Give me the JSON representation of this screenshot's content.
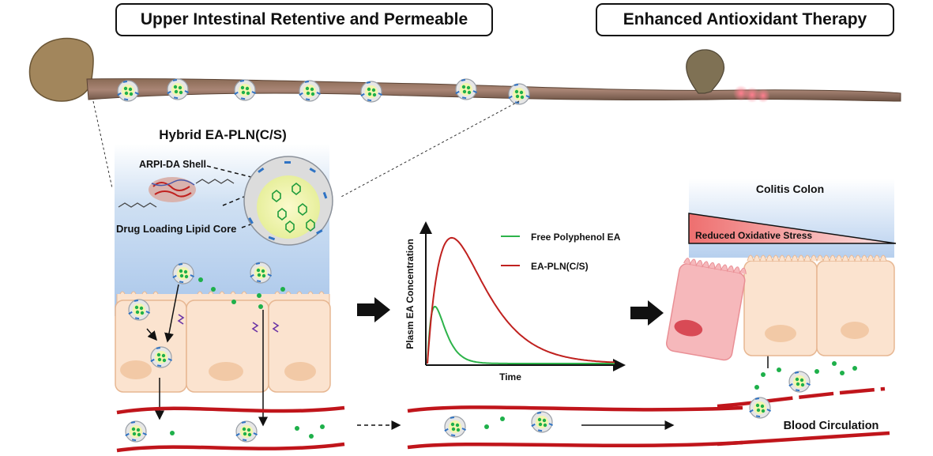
{
  "titles": {
    "left": "Upper Intestinal Retentive and Permeable",
    "right": "Enhanced Antioxidant Therapy"
  },
  "nanoparticle": {
    "title": "Hybrid EA-PLN(C/S)",
    "shell_label": "ARPI-DA Shell",
    "core_label": "Drug Loading Lipid Core"
  },
  "chart_data": {
    "type": "line",
    "xlabel": "Time",
    "ylabel": "Plasm EA Concentration",
    "series": [
      {
        "name": "Free Polyphenol EA",
        "color": "#2db34a",
        "peak_fraction": 0.44,
        "peak_time_fraction": 0.04
      },
      {
        "name": "EA-PLN(C/S)",
        "color": "#c0211f",
        "peak_fraction": 0.97,
        "peak_time_fraction": 0.13
      }
    ]
  },
  "colon": {
    "title": "Colitis Colon",
    "stress_label": "Reduced Oxidative Stress"
  },
  "blood": {
    "label": "Blood Circulation"
  },
  "colors": {
    "vessel": "#c0151b",
    "cell_fill": "#fbe3cf",
    "cell_stroke": "#e7b792",
    "particle_green": "#1eb04a",
    "particle_blue": "#2f73c4",
    "mucus_blue": "#bcd3ee"
  }
}
